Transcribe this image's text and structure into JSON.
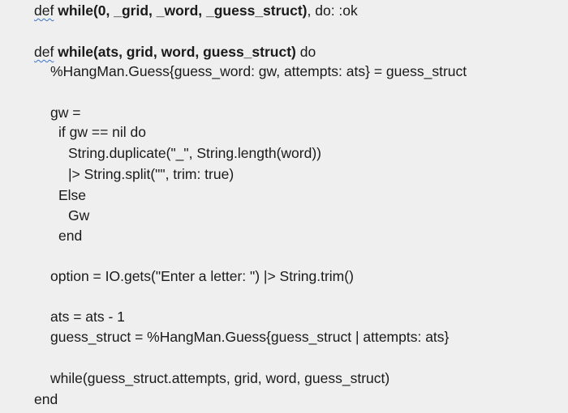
{
  "document": {
    "lines": [
      {
        "kw": "def",
        "sig": "while(0, _grid, _word, _guess_struct)",
        "rest": ", do: :ok"
      },
      {
        "kw": "def",
        "sig": "while(ats, grid, word, guess_struct)",
        "rest": " do"
      },
      {
        "text": "%HangMan.Guess{guess_word: gw, attempts: ats} = guess_struct"
      },
      {
        "text": "gw ="
      },
      {
        "text": "if gw == nil do"
      },
      {
        "text": "String.duplicate(\"_\", String.length(word))"
      },
      {
        "text": "|> String.split(\"\", trim: true)"
      },
      {
        "text": "Else"
      },
      {
        "text": "Gw"
      },
      {
        "text": "end"
      },
      {
        "text": "option = IO.gets(\"Enter a letter: \") |> String.trim()"
      },
      {
        "text": "ats = ats - 1"
      },
      {
        "text": "guess_struct = %HangMan.Guess{guess_struct | attempts: ats}"
      },
      {
        "text": "while(guess_struct.attempts, grid, word, guess_struct)"
      },
      {
        "text": "end"
      }
    ]
  }
}
